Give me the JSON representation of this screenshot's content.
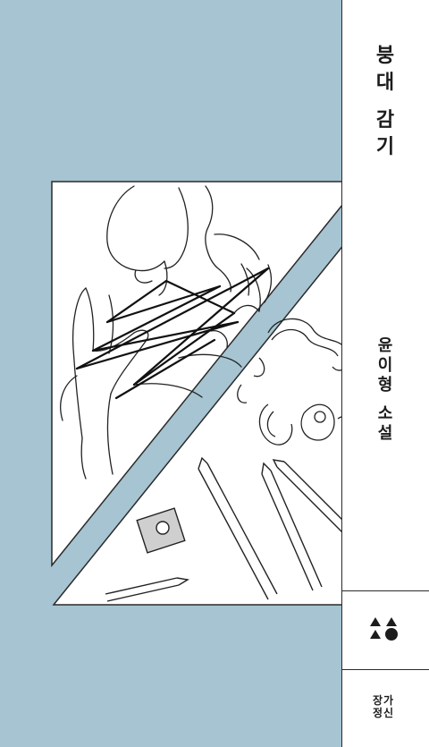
{
  "book": {
    "title_chars": [
      "붕",
      "대",
      "",
      "감",
      "기"
    ],
    "author_chars": [
      "윤",
      "이",
      "형",
      "",
      "소",
      "설"
    ],
    "publisher_lines": [
      "장가",
      "정신"
    ],
    "colors": {
      "background": "#a6c4d1",
      "panel": "#ffffff",
      "ink": "#1c1c1c"
    },
    "icons": [
      "publisher-logo-icon",
      "cats-cradle-hands-illustration",
      "pencil-shavings-illustration",
      "pencils-and-sharpener-illustration"
    ]
  }
}
